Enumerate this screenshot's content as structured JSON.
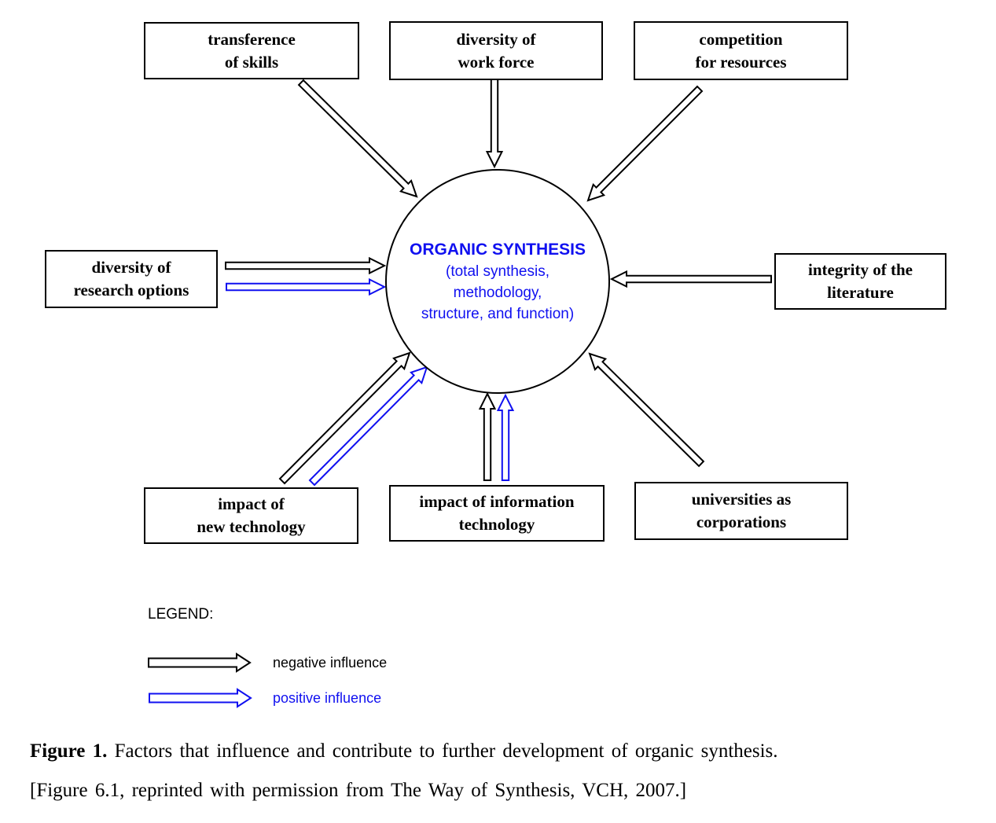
{
  "colors": {
    "negative": "#000000",
    "positive": "#1010f0",
    "center_text": "#1010f0"
  },
  "center": {
    "title": "ORGANIC SYNTHESIS",
    "lines": [
      "(total synthesis,",
      "methodology,",
      "structure, and function)"
    ]
  },
  "boxes": {
    "transference": {
      "line1": "transference",
      "line2": "of skills"
    },
    "workforce": {
      "line1": "diversity of",
      "line2": "work force"
    },
    "competition": {
      "line1": "competition",
      "line2": "for resources"
    },
    "research": {
      "line1": "diversity of",
      "line2": "research options"
    },
    "integrity": {
      "line1": "integrity of the",
      "line2": "literature"
    },
    "newtech": {
      "line1": "impact of",
      "line2": "new technology"
    },
    "infotech": {
      "line1": "impact of information",
      "line2": "technology"
    },
    "universities": {
      "line1": "universities as",
      "line2": "corporations"
    }
  },
  "connections": [
    {
      "from": "transference of skills",
      "to": "organic synthesis",
      "influence": "negative"
    },
    {
      "from": "diversity of work force",
      "to": "organic synthesis",
      "influence": "negative"
    },
    {
      "from": "competition for resources",
      "to": "organic synthesis",
      "influence": "negative"
    },
    {
      "from": "diversity of research options",
      "to": "organic synthesis",
      "influence": "negative"
    },
    {
      "from": "diversity of research options",
      "to": "organic synthesis",
      "influence": "positive"
    },
    {
      "from": "integrity of the literature",
      "to": "organic synthesis",
      "influence": "negative"
    },
    {
      "from": "impact of new technology",
      "to": "organic synthesis",
      "influence": "negative"
    },
    {
      "from": "impact of new technology",
      "to": "organic synthesis",
      "influence": "positive"
    },
    {
      "from": "impact of information technology",
      "to": "organic synthesis",
      "influence": "negative"
    },
    {
      "from": "impact of information technology",
      "to": "organic synthesis",
      "influence": "positive"
    },
    {
      "from": "universities as corporations",
      "to": "organic synthesis",
      "influence": "negative"
    }
  ],
  "legend": {
    "title": "LEGEND:",
    "negative_label": "negative influence",
    "positive_label": "positive influence"
  },
  "caption": {
    "line1_bold": "Figure 1.",
    "line1_rest": " Factors that influence and contribute to further development of organic synthesis.",
    "line2": "[Figure 6.1, reprinted with permission from The Way of Synthesis, VCH, 2007.]"
  }
}
